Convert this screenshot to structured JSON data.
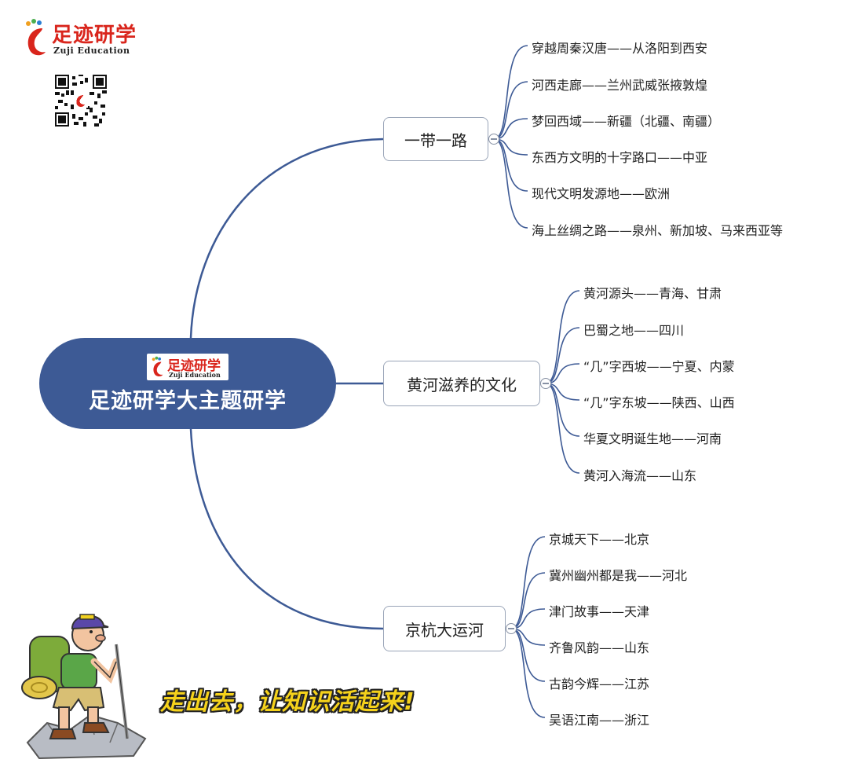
{
  "brand": {
    "name_cn": "足迹研学",
    "name_en": "Zuji Education",
    "color": "#d9251c"
  },
  "center": {
    "title": "足迹研学大主题研学",
    "color": "#3d5a95"
  },
  "branches": [
    {
      "label": "一带一路",
      "leaves": [
        "穿越周秦汉唐——从洛阳到西安",
        "河西走廊——兰州武威张掖敦煌",
        "梦回西域——新疆（北疆、南疆）",
        "东西方文明的十字路口——中亚",
        "现代文明发源地——欧洲",
        "海上丝绸之路——泉州、新加坡、马来西亚等"
      ]
    },
    {
      "label": "黄河滋养的文化",
      "leaves": [
        "黄河源头——青海、甘肃",
        "巴蜀之地——四川",
        "“几”字西坡——宁夏、内蒙",
        "“几”字东坡——陕西、山西",
        "华夏文明诞生地——河南",
        "黄河入海流——山东"
      ]
    },
    {
      "label": "京杭大运河",
      "leaves": [
        "京城天下——北京",
        "冀州幽州都是我——河北",
        "津门故事——天津",
        "齐鲁风韵——山东",
        "古韵今辉——江苏",
        "吴语江南——浙江"
      ]
    }
  ],
  "slogan": "走出去，让知识活起来!",
  "icons": [
    "footprint-logo-icon",
    "qr-code-icon",
    "collapse-icon",
    "hiker-illustration"
  ],
  "colors": {
    "line": "#3d5a95",
    "slogan": "#f5d21b"
  }
}
